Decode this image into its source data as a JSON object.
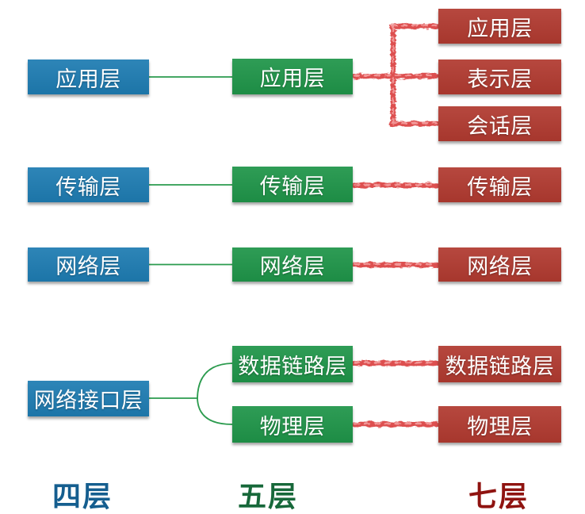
{
  "diagram": {
    "subject": "Comparison of TCP/IP four-layer, five-layer and OSI seven-layer network models",
    "columns": [
      {
        "id": "four-layer",
        "label": "四层",
        "label_color": "#155e8f",
        "box_color": "#1e7cb2",
        "boxes": [
          "应用层",
          "传输层",
          "网络层",
          "网络接口层"
        ]
      },
      {
        "id": "five-layer",
        "label": "五层",
        "label_color": "#17683a",
        "box_color": "#1f9549",
        "boxes": [
          "应用层",
          "传输层",
          "网络层",
          "数据链路层",
          "物理层"
        ]
      },
      {
        "id": "seven-layer",
        "label": "七层",
        "label_color": "#8f1310",
        "box_color": "#b13a30",
        "boxes": [
          "应用层",
          "表示层",
          "会话层",
          "传输层",
          "网络层",
          "数据链路层",
          "物理层"
        ]
      }
    ],
    "connections": [
      {
        "from": "四层:应用层",
        "to": "五层:应用层",
        "style": "thin-green"
      },
      {
        "from": "四层:传输层",
        "to": "五层:传输层",
        "style": "thin-green"
      },
      {
        "from": "四层:网络层",
        "to": "五层:网络层",
        "style": "thin-green"
      },
      {
        "from": "四层:网络接口层",
        "to": "五层:数据链路层",
        "style": "thin-green-fork"
      },
      {
        "from": "四层:网络接口层",
        "to": "五层:物理层",
        "style": "thin-green-fork"
      },
      {
        "from": "五层:应用层",
        "to": "七层:应用层",
        "style": "rough-red-branch"
      },
      {
        "from": "五层:应用层",
        "to": "七层:表示层",
        "style": "rough-red-branch"
      },
      {
        "from": "五层:应用层",
        "to": "七层:会话层",
        "style": "rough-red-branch"
      },
      {
        "from": "五层:传输层",
        "to": "七层:传输层",
        "style": "rough-red"
      },
      {
        "from": "五层:网络层",
        "to": "七层:网络层",
        "style": "rough-red"
      },
      {
        "from": "五层:数据链路层",
        "to": "七层:数据链路层",
        "style": "rough-red"
      },
      {
        "from": "五层:物理层",
        "to": "七层:物理层",
        "style": "rough-red"
      }
    ],
    "line_colors": {
      "green": "#2b9b4e",
      "red": "#dd4f4f",
      "red_highlight": "#f5a0a0"
    }
  }
}
